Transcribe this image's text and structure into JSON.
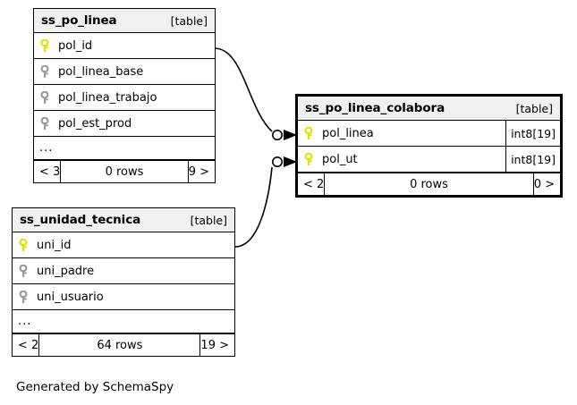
{
  "diagram": {
    "caption": "Generated by SchemaSpy",
    "table_tag": "[table]",
    "colors": {
      "primary_key": "#e2e000",
      "index_key": "#9a9a9a",
      "header_bg": "#f0f0f0",
      "border": "#000000",
      "background": "#ffffff"
    }
  },
  "tables": [
    {
      "name": "ss_po_linea",
      "tag": "[table]",
      "focused": false,
      "columns": [
        {
          "name": "pol_id",
          "key": "primary",
          "type": ""
        },
        {
          "name": "pol_linea_base",
          "key": "index",
          "type": ""
        },
        {
          "name": "pol_linea_trabajo",
          "key": "index",
          "type": ""
        },
        {
          "name": "pol_est_prod",
          "key": "index",
          "type": ""
        }
      ],
      "more_indicator": "...",
      "footer": {
        "prev": "< 3",
        "rows": "0 rows",
        "next": "9 >"
      }
    },
    {
      "name": "ss_po_linea_colabora",
      "tag": "[table]",
      "focused": true,
      "columns": [
        {
          "name": "pol_linea",
          "key": "primary",
          "type": "int8[19]"
        },
        {
          "name": "pol_ut",
          "key": "primary",
          "type": "int8[19]"
        }
      ],
      "more_indicator": "",
      "footer": {
        "prev": "< 2",
        "rows": "0 rows",
        "next": "0 >"
      }
    },
    {
      "name": "ss_unidad_tecnica",
      "tag": "[table]",
      "focused": false,
      "columns": [
        {
          "name": "uni_id",
          "key": "primary",
          "type": ""
        },
        {
          "name": "uni_padre",
          "key": "index",
          "type": ""
        },
        {
          "name": "uni_usuario",
          "key": "index",
          "type": ""
        }
      ],
      "more_indicator": "...",
      "footer": {
        "prev": "< 2",
        "rows": "64 rows",
        "next": "19 >"
      }
    }
  ],
  "relationships": [
    {
      "from_table": "ss_po_linea",
      "from_column": "pol_id",
      "to_table": "ss_po_linea_colabora",
      "to_column": "pol_linea",
      "cardinality": "zero-or-more"
    },
    {
      "from_table": "ss_unidad_tecnica",
      "from_column": "uni_id",
      "to_table": "ss_po_linea_colabora",
      "to_column": "pol_ut",
      "cardinality": "zero-or-more"
    }
  ]
}
